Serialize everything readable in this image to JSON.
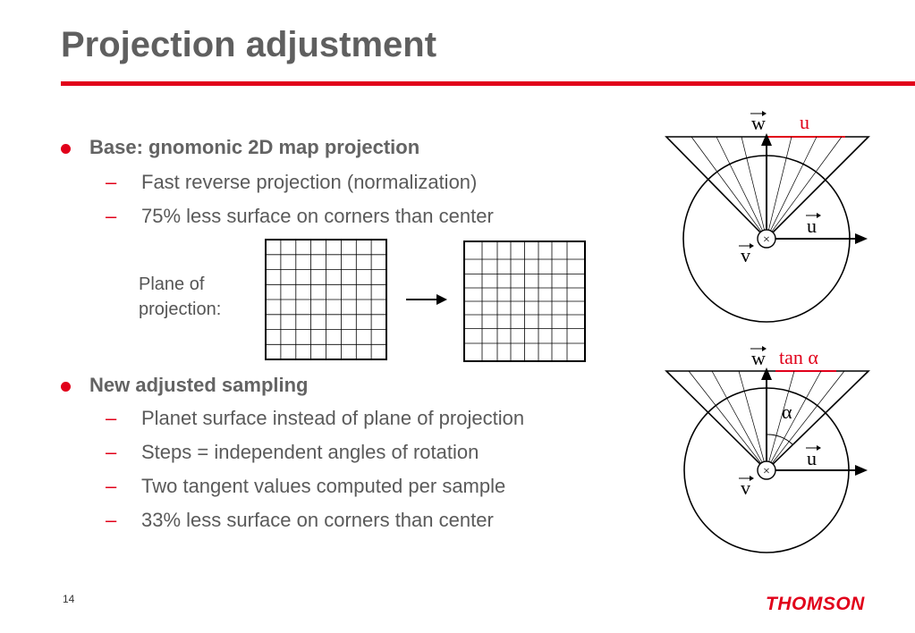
{
  "slide": {
    "title": "Projection adjustment",
    "page_number": "14",
    "logo_text": "THOMSON"
  },
  "bullets": [
    {
      "label": "Base: gnomonic 2D map projection",
      "subitems": [
        "Fast reverse projection (normalization)",
        "75% less surface on corners than center"
      ]
    },
    {
      "label": "New adjusted sampling",
      "subitems": [
        "Planet surface instead of plane of projection",
        "Steps = independent angles of rotation",
        "Two tangent values computed per sample",
        "33% less surface on corners than center"
      ]
    }
  ],
  "figure_left": {
    "label_line1": "Plane of",
    "label_line2": "projection:"
  },
  "diagram_top": {
    "w_label": "w",
    "u_top_label": "u",
    "u_label": "u",
    "v_label": "v",
    "cross_symbol": "×"
  },
  "diagram_bottom": {
    "w_label": "w",
    "tan_label": "tan α",
    "alpha_label": "α",
    "u_label": "u",
    "v_label": "v",
    "cross_symbol": "×"
  },
  "colors": {
    "accent": "#e1001a",
    "title": "#5f5f5f",
    "text": "#5a5a5a"
  }
}
